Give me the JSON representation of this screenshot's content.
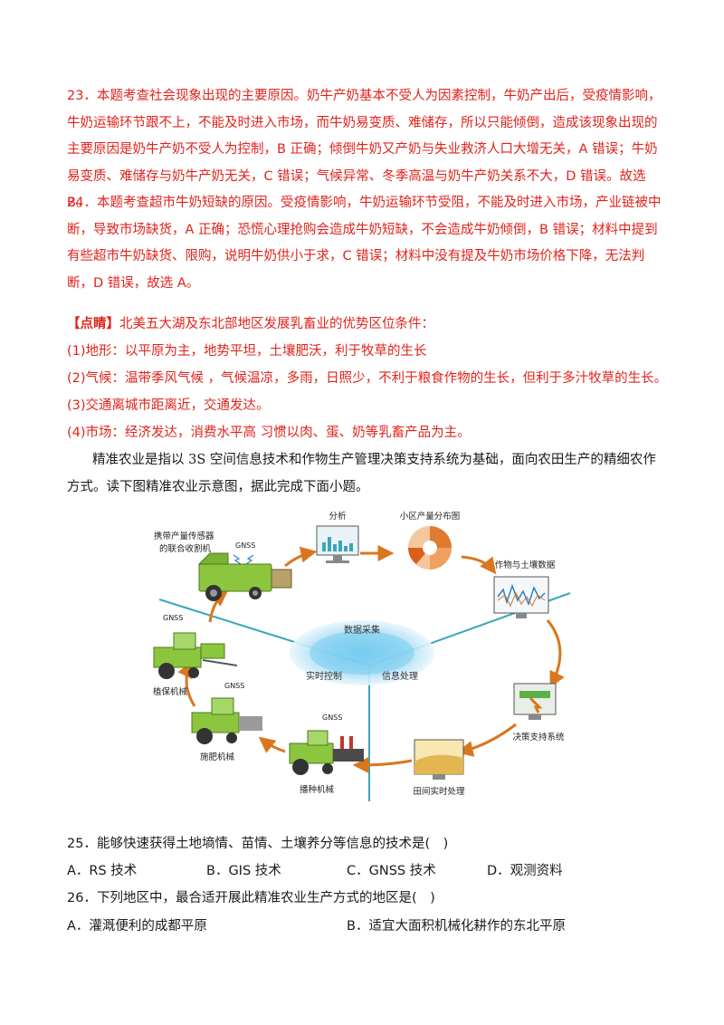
{
  "answers": {
    "q23": "23．本题考查社会现象出现的主要原因。奶牛产奶基本不受人为因素控制，牛奶产出后，受疫情影响，牛奶运输环节跟不上，不能及时进入市场，而牛奶易变质、难储存，所以只能倾倒，造成该现象出现的主要原因是奶牛产奶不受人为控制，B 正确；倾倒牛奶又产奶与失业救济人口大增无关，A 错误；牛奶易变质、难储存与奶牛产奶无关，C 错误；气候异常、冬季高温与奶牛产奶关系不大，D 错误。故选 B。",
    "q24": "24．本题考查超市牛奶短缺的原因。受疫情影响，牛奶运输环节受阻，不能及时进入市场，产业链被中断，导致市场缺货，A 正确；恐慌心理抢购会造成牛奶短缺，不会造成牛奶倾倒，B 错误；材料中提到有些超市牛奶缺货、限购，说明牛奶供小于求，C 错误；材料中没有提及牛奶市场价格下降，无法判断，D 错误，故选 A。",
    "tip_tag": "【点睛】",
    "tip_title": "北美五大湖及东北部地区发展乳畜业的优势区位条件：",
    "tip_items": [
      "(1)地形：以平原为主，地势平坦，土壤肥沃，利于牧草的生长",
      "(2)气候：温带季风气候 ，气候温凉，多雨，日照少，不利于粮食作物的生长，但利于多汁牧草的生长。",
      "(3)交通离城市距离近，交通发达。",
      "(4)市场：经济发达，消费水平高 习惯以肉、蛋、奶等乳畜产品为主。"
    ]
  },
  "intro": "精准农业是指以 3S 空间信息技术和作物生产管理决策支持系统为基础，面向农田生产的精细农作方式。读下图精准农业示意图，据此完成下面小题。",
  "diagram": {
    "center_title": "数据采集",
    "center_left": "实时控制",
    "center_right": "信息处理",
    "harvester_line1": "携带产量传感器",
    "harvester_line2": "的联合收割机",
    "gnss": "GNSS",
    "analysis": "分析",
    "yield_map": "小区产量分布图",
    "crop_soil": "作物与土壤数据",
    "decision": "决策支持系统",
    "field_process": "田间实时处理",
    "seeder": "播种机械",
    "fertilizer": "施肥机械",
    "protector": "植保机械"
  },
  "questions": {
    "q25": {
      "stem": "25．能够快速获得土地墒情、苗情、土壤养分等信息的技术是(　)",
      "options": [
        "A．RS 技术",
        "B．GIS 技术",
        "C．GNSS 技术",
        "D．观测资料"
      ]
    },
    "q26": {
      "stem": "26．下列地区中，最合适开展此精准农业生产方式的地区是(　)",
      "options": [
        "A．灌溉便利的成都平原",
        "B．适宜大面积机械化耕作的东北平原"
      ]
    }
  },
  "colors": {
    "answer_red": "#e0231c",
    "arrow_orange": "#d9771f",
    "machine_green": "#8cc63f",
    "line_teal": "#3aa7b8"
  }
}
